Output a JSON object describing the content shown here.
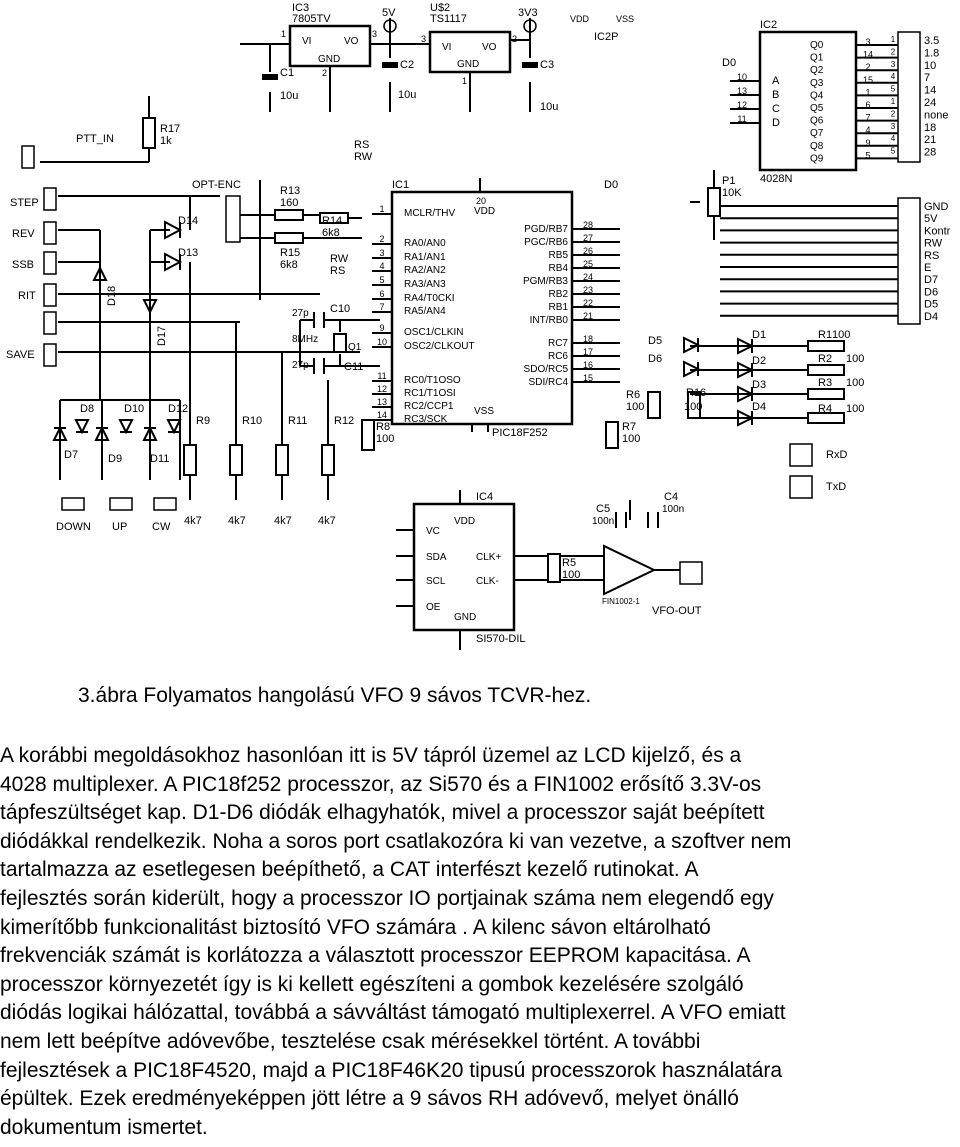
{
  "schematic": {
    "ic_labels": {
      "ic3": "IC3",
      "ic3_part": "7805TV",
      "u2": "U$2",
      "u2_part": "TS1117",
      "ic2": "IC2",
      "ic2_part": "4028N",
      "ic1": "IC1",
      "ic1_part": "PIC18F252",
      "ic4": "IC4",
      "ic4_part": "SI570-DIL",
      "ic2p": "IC2P",
      "fin": "FIN1002-1"
    },
    "reg": {
      "vi": "VI",
      "vo": "VO",
      "gnd": "GND"
    },
    "rails": {
      "v5": "5V",
      "v3v3": "3V3",
      "vdd": "VDD",
      "vss": "VSS"
    },
    "caps": {
      "c1": "C1",
      "c1v": "10u",
      "c2": "C2",
      "c2v": "10u",
      "c3": "C3",
      "c3v": "10u",
      "c4": "C4",
      "c4v": "100n",
      "c5": "C5",
      "c5v": "100n",
      "c10": "C10",
      "c10v": "27p",
      "c11": "C11",
      "c11v": "27p"
    },
    "xtal": {
      "q1": "Q1",
      "freq": "8MHz"
    },
    "resistors": {
      "r17": "R17",
      "r17v": "1k",
      "r13": "R13",
      "r13v": "160",
      "r14": "R14",
      "r14v": "6k8",
      "r15": "R15",
      "r15v": "6k8",
      "r1": "R1",
      "r1v": "100",
      "r2": "R2",
      "r2v": "100",
      "r3": "R3",
      "r3v": "100",
      "r4": "R4",
      "r4v": "100",
      "r5": "R5",
      "r5v": "100",
      "r6": "R6",
      "r6v": "100",
      "r7": "R7",
      "r7v": "100",
      "r8": "R8",
      "r8v": "100",
      "r9": "R9",
      "r10": "R10",
      "r11": "R11",
      "r12": "R12",
      "r16": "R16",
      "r16v": "100",
      "p1": "P1",
      "p1v": "10K",
      "k47": "4k7"
    },
    "diodes": {
      "d1": "D1",
      "d2": "D2",
      "d3": "D3",
      "d4": "D4",
      "d5": "D5",
      "d6": "D6",
      "d7": "D7",
      "d8": "D8",
      "d9": "D9",
      "d10": "D10",
      "d11": "D11",
      "d12": "D12",
      "d13": "D13",
      "d14": "D14",
      "d17": "D17",
      "d18": "D18"
    },
    "switches": {
      "ptt": "PTT_IN",
      "step": "STEP",
      "rev": "REV",
      "ssb": "SSB",
      "rit": "RIT",
      "save": "SAVE",
      "down": "DOWN",
      "up": "UP",
      "cw": "CW",
      "optenc": "OPT-ENC"
    },
    "pic_left": [
      "MCLR/THV",
      "RA0/AN0",
      "RA1/AN1",
      "RA2/AN2",
      "RA3/AN3",
      "RA4/T0CKI",
      "RA5/AN4",
      "OSC1/CLKIN",
      "OSC2/CLKOUT",
      "RC0/T1OSO",
      "RC1/T1OSI",
      "RC2/CCP1",
      "RC3/SCK"
    ],
    "pic_right": [
      "PGD/RB7",
      "PGC/RB6",
      "RB5",
      "RB4",
      "PGM/RB3",
      "RB2",
      "RB1",
      "INT/RB0",
      "RC7",
      "RC6",
      "SDO/RC5",
      "SDI/RC4"
    ],
    "pic_right_pins": [
      "28",
      "27",
      "26",
      "25",
      "24",
      "23",
      "22",
      "21",
      "18",
      "17",
      "16",
      "15"
    ],
    "pic_left_pins": [
      "1",
      "2",
      "3",
      "4",
      "5",
      "6",
      "7",
      "9",
      "10",
      "11",
      "12",
      "13",
      "14"
    ],
    "mux_in": [
      "A",
      "B",
      "C",
      "D"
    ],
    "mux_in_pins": [
      "10",
      "13",
      "12",
      "11"
    ],
    "mux_out": [
      "Q0",
      "Q1",
      "Q2",
      "Q3",
      "Q4",
      "Q5",
      "Q6",
      "Q7",
      "Q8",
      "Q9"
    ],
    "mux_out_pins": [
      "3",
      "14",
      "2",
      "15",
      "1",
      "6",
      "7",
      "4",
      "9",
      "5"
    ],
    "band_labels": [
      "3.5",
      "1.8",
      "10",
      "7",
      "14",
      "24",
      "none",
      "18",
      "21",
      "28"
    ],
    "lcd_labels": [
      "GND",
      "5V",
      "Kontr",
      "RW",
      "RS",
      "E",
      "D7",
      "D6",
      "D5",
      "D4"
    ],
    "si570": {
      "vc": "VC",
      "vdd": "VDD",
      "sda": "SDA",
      "scl": "SCL",
      "oe": "OE",
      "gnd": "GND",
      "clkp": "CLK+",
      "clkm": "CLK-"
    },
    "signals": {
      "rs": "RS",
      "rw": "RW",
      "d0": "D0",
      "rxd": "RxD",
      "txd": "TxD",
      "vfoout": "VFO-OUT"
    }
  },
  "caption": "3.ábra Folyamatos hangolású VFO 9 sávos TCVR-hez.",
  "paragraph_lines": [
    "A korábbi megoldásokhoz hasonlóan itt is 5V tápról üzemel az LCD kijelző, és a",
    "4028 multiplexer. A PIC18f252 processzor, az Si570 és a FIN1002 erősítő 3.3V-os",
    "tápfeszültséget kap. D1-D6 diódák elhagyhatók, mivel a processzor saját beépített",
    "diódákkal rendelkezik. Noha a soros port csatlakozóra ki van vezetve, a szoftver nem",
    "tartalmazza az esetlegesen beépíthető, a CAT interfészt kezelő rutinokat. A",
    "fejlesztés során kiderült, hogy a processzor IO portjainak száma nem elegendő egy",
    "kimerítőbb funkcionalitást biztosító VFO számára . A kilenc sávon eltárolható",
    "frekvenciák számát is korlátozza a választott processzor EEPROM kapacitása. A",
    "processzor környezetét így is ki kellett egészíteni a gombok kezelésére szolgáló",
    "diódás logikai hálózattal, továbbá a sávváltást támogató multiplexerrel. A VFO emiatt",
    "nem lett beépítve adóvevőbe, tesztelése csak mérésekkel történt.  A további",
    "fejlesztések a PIC18F4520, majd a PIC18F46K20 tipusú processzorok használatára",
    "épültek. Ezek eredményeképpen jött létre a 9 sávos RH adóvevő, melyet önálló",
    "dokumentum ismertet."
  ]
}
